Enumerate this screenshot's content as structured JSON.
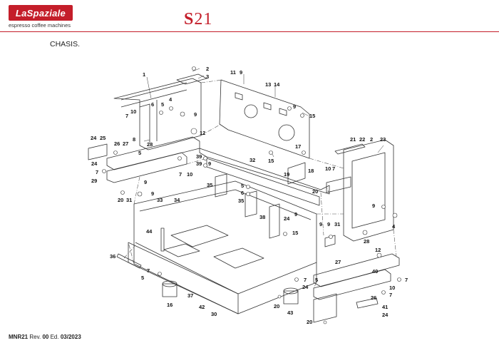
{
  "header": {
    "brand": "LaSpaziale",
    "tagline": "espresso coffee machines",
    "model_letter": "S",
    "model_digits": "21"
  },
  "section_title": "CHASIS.",
  "part_labels": [
    "1",
    "2",
    "3",
    "4",
    "5",
    "6",
    "7",
    "8",
    "9",
    "10",
    "11",
    "12",
    "13",
    "14",
    "15",
    "16",
    "17",
    "18",
    "19",
    "20",
    "21",
    "22",
    "23",
    "24",
    "25",
    "26",
    "27",
    "28",
    "29",
    "30",
    "31",
    "32",
    "33",
    "34",
    "35",
    "36",
    "37",
    "38",
    "39",
    "40",
    "41",
    "42",
    "43",
    "44"
  ],
  "footer": {
    "doc_code": "MNR21",
    "rev_label": "Rev.",
    "rev_value": "00",
    "ed_label": "Ed.",
    "ed_value": "03/2023"
  },
  "colors": {
    "brand_red": "#c41e2a",
    "line": "#333333"
  }
}
